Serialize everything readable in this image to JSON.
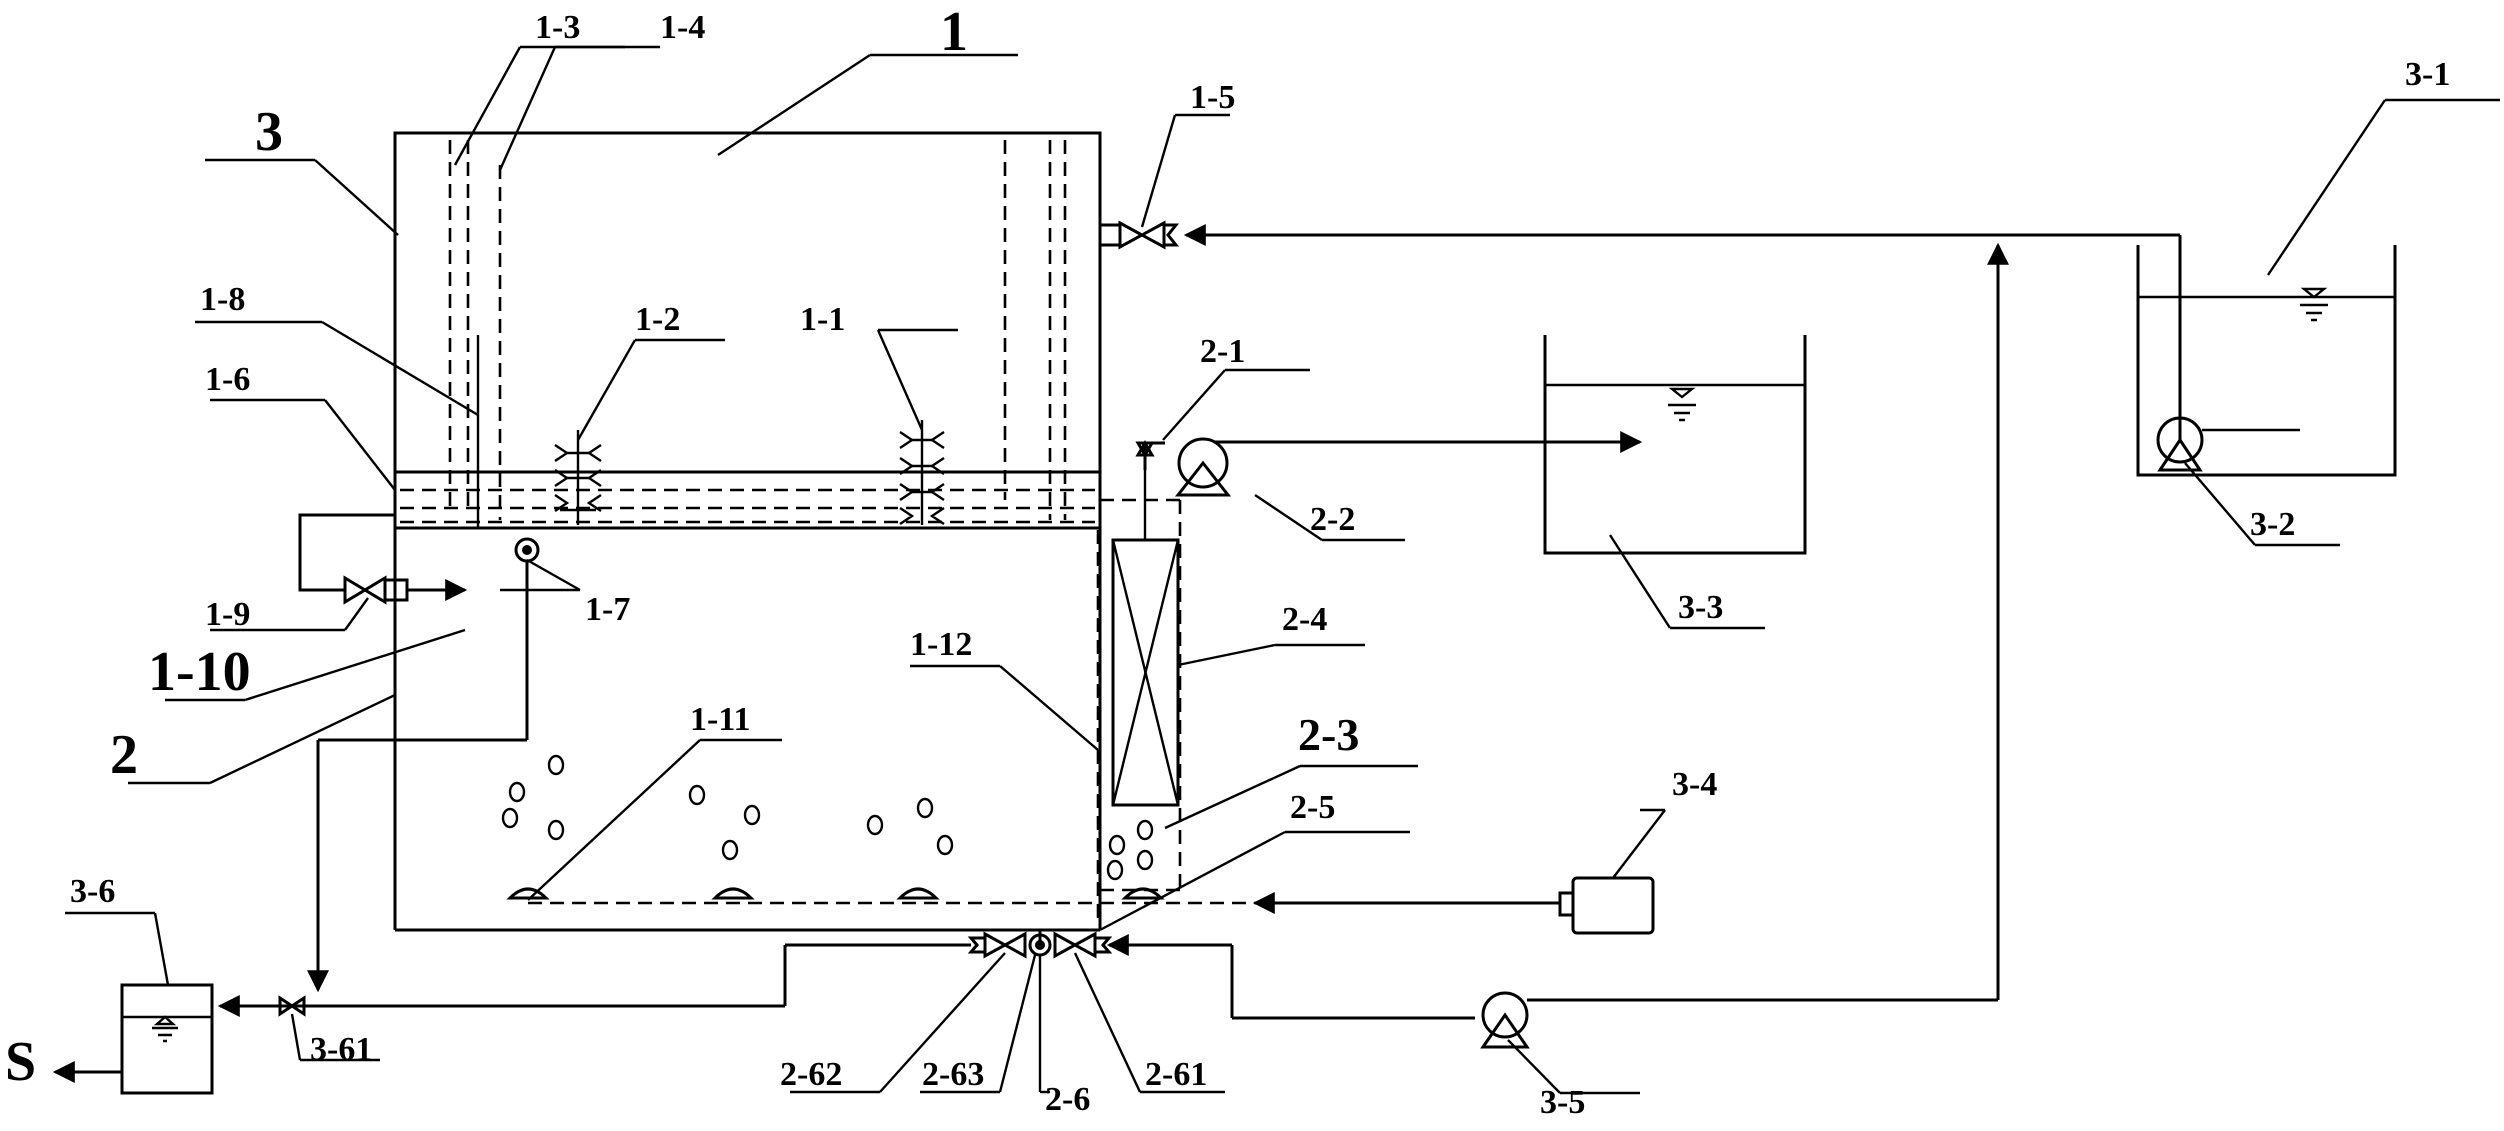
{
  "labels": {
    "l1": "1",
    "l1_1": "1-1",
    "l1_2": "1-2",
    "l1_3": "1-3",
    "l1_4": "1-4",
    "l1_5": "1-5",
    "l1_6": "1-6",
    "l1_7": "1-7",
    "l1_8": "1-8",
    "l1_9": "1-9",
    "l1_10": "1-10",
    "l1_11": "1-11",
    "l1_12": "1-12",
    "l2": "2",
    "l2_1": "2-1",
    "l2_2": "2-2",
    "l2_3": "2-3",
    "l2_4": "2-4",
    "l2_5": "2-5",
    "l2_6": "2-6",
    "l2_61": "2-61",
    "l2_62": "2-62",
    "l2_63": "2-63",
    "l3": "3",
    "l3_1": "3-1",
    "l3_2": "3-2",
    "l3_3": "3-3",
    "l3_4": "3-4",
    "l3_5": "3-5",
    "l3_6": "3-6",
    "l3_61": "3-61",
    "s": "S"
  }
}
